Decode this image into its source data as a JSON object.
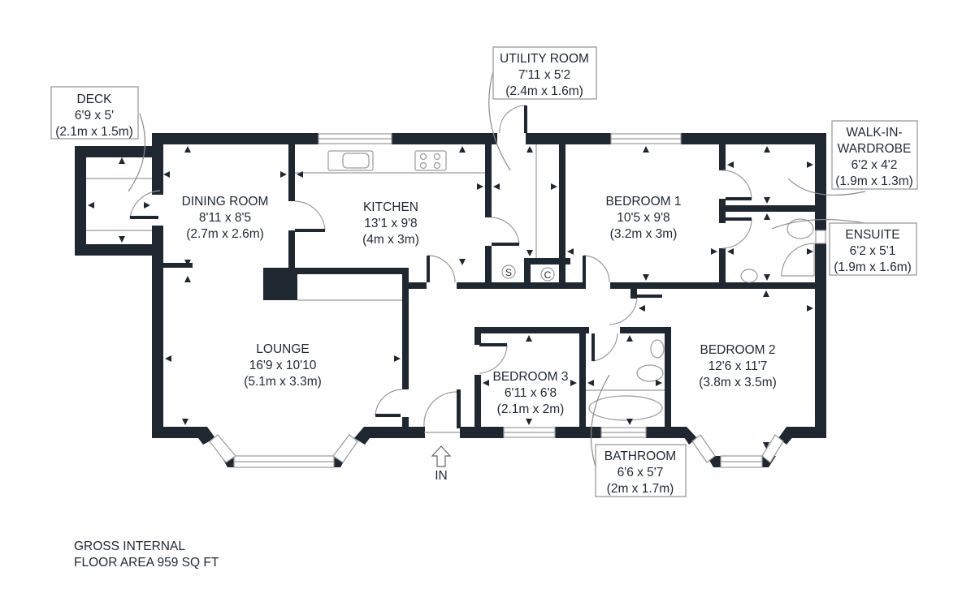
{
  "plan": {
    "title": "Floor plan",
    "rooms": [
      {
        "id": "deck",
        "name": "DECK",
        "imperial": "6'9 x 5'",
        "metric": "(2.1m x 1.5m)"
      },
      {
        "id": "dining",
        "name": "DINING ROOM",
        "imperial": "8'11 x 8'5",
        "metric": "(2.7m x 2.6m)"
      },
      {
        "id": "kitchen",
        "name": "KITCHEN",
        "imperial": "13'1 x 9'8",
        "metric": "(4m x 3m)"
      },
      {
        "id": "utility",
        "name": "UTILITY ROOM",
        "imperial": "7'11 x 5'2",
        "metric": "(2.4m x 1.6m)"
      },
      {
        "id": "bedroom1",
        "name": "BEDROOM 1",
        "imperial": "10'5 x 9'8",
        "metric": "(3.2m x 3m)"
      },
      {
        "id": "wardrobe",
        "name_line1": "WALK-IN-",
        "name_line2": "WARDROBE",
        "imperial": "6'2 x 4'2",
        "metric": "(1.9m x 1.3m)"
      },
      {
        "id": "ensuite",
        "name": "ENSUITE",
        "imperial": "6'2 x 5'1",
        "metric": "(1.9m x 1.6m)"
      },
      {
        "id": "lounge",
        "name": "LOUNGE",
        "imperial": "16'9 x 10'10",
        "metric": "(5.1m x 3.3m)"
      },
      {
        "id": "bedroom3",
        "name": "BEDROOM 3",
        "imperial": "6'11 x 6'8",
        "metric": "(2.1m x 2m)"
      },
      {
        "id": "bedroom2",
        "name": "BEDROOM 2",
        "imperial": "12'6 x 11'7",
        "metric": "(3.8m x 3.5m)"
      },
      {
        "id": "bathroom",
        "name": "BATHROOM",
        "imperial": "6'6 x 5'7",
        "metric": "(2m x 1.7m)"
      }
    ],
    "entrance_label": "IN",
    "cupboard_labels": {
      "s": "S",
      "c": "C"
    },
    "colors": {
      "wall": "#1f2830",
      "line": "#9a9a9a",
      "background": "#ffffff"
    }
  },
  "footer": {
    "line1": "GROSS INTERNAL",
    "line2": "FLOOR AREA 959 SQ FT"
  }
}
